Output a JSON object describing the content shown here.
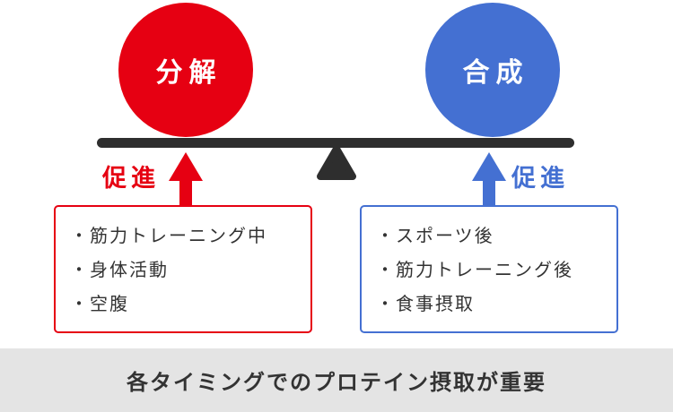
{
  "diagram": {
    "left_circle": {
      "label": "分解",
      "color": "#e60012"
    },
    "right_circle": {
      "label": "合成",
      "color": "#4470d2"
    },
    "left_arrow_label": "促進",
    "right_arrow_label": "促進",
    "beam_color": "#2e2e2e",
    "left_box": {
      "border_color": "#e60012",
      "items": [
        "・筋力トレーニング中",
        "・身体活動",
        "・空腹"
      ]
    },
    "right_box": {
      "border_color": "#4470d2",
      "items": [
        "・スポーツ後",
        "・筋力トレーニング後",
        "・食事摂取"
      ]
    }
  },
  "footer": {
    "text": "各タイミングでのプロテイン摂取が重要",
    "background": "#e4e4e4"
  }
}
